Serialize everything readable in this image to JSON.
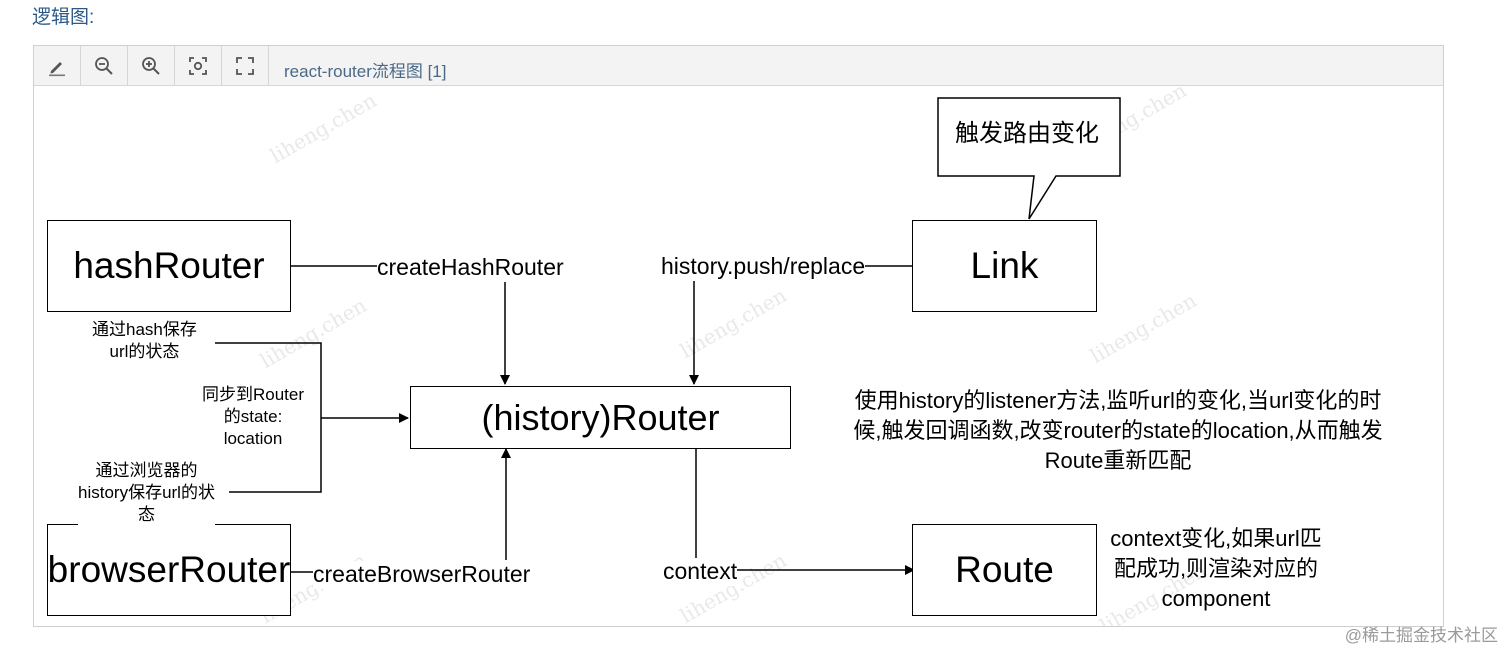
{
  "heading": "逻辑图:",
  "toolbar": {
    "title": "react-router流程图 [1]",
    "buttons": [
      "edit-icon",
      "zoom-out-icon",
      "zoom-in-icon",
      "reset-view-icon",
      "fullscreen-icon"
    ]
  },
  "diagram": {
    "nodes": {
      "hash_router": "hashRouter",
      "browser_router": "browserRouter",
      "history_router": "(history)Router",
      "link": "Link",
      "route": "Route",
      "callout": "触发路由变化"
    },
    "edge_labels": {
      "create_hash_router": "createHashRouter",
      "create_browser_router": "createBrowserRouter",
      "history_push_replace": "history.push/replace",
      "context": "context"
    },
    "notes": {
      "hash_save": [
        "通过hash保存",
        "url的状态"
      ],
      "sync_state": [
        "同步到Router",
        "的state:",
        "location"
      ],
      "browser_save": [
        "通过浏览器的",
        "history保存url的状",
        "态"
      ],
      "listener": [
        "使用history的listener方法,监听url的变化,当url变化的时",
        "候,触发回调函数,改变router的state的location,从而触发",
        "Route重新匹配"
      ],
      "context_change": [
        "context变化,如果url匹",
        "配成功,则渲染对应的",
        "component"
      ]
    }
  },
  "watermark": "liheng.chen",
  "footer": "@稀土掘金技术社区"
}
